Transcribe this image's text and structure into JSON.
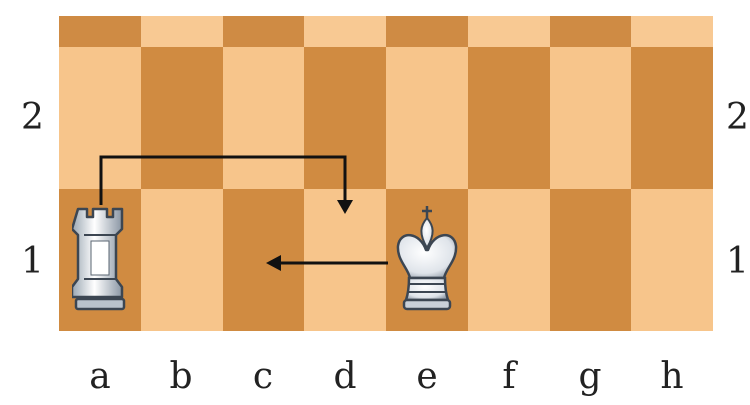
{
  "files": [
    "a",
    "b",
    "c",
    "d",
    "e",
    "f",
    "g",
    "h"
  ],
  "ranks": [
    "2",
    "1"
  ],
  "pieces": [
    {
      "type": "rook",
      "color": "white",
      "square": "a1"
    },
    {
      "type": "king",
      "color": "white",
      "square": "e1"
    }
  ],
  "moves": [
    {
      "piece": "rook",
      "from": "a1",
      "to": "d1"
    },
    {
      "piece": "king",
      "from": "e1",
      "to": "c1"
    }
  ],
  "colors": {
    "light": "#f7c58b",
    "dark": "#d08b41",
    "arrow": "#111111"
  }
}
